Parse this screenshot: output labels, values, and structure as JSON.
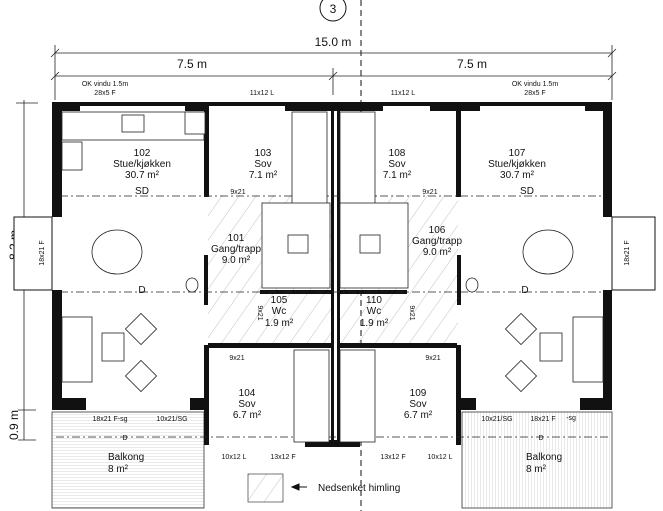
{
  "grid_marker": "3",
  "dimensions": {
    "total_width": "15.0 m",
    "left_width": "7.5 m",
    "right_width": "7.5 m",
    "depth": "8.2 m",
    "balcony_depth": "0.9 m"
  },
  "windows": {
    "top_left_note": "OK vindu 1.5m",
    "top_left": "28x5 F",
    "top_mid_left": "11x12 L",
    "top_mid_right": "11x12 L",
    "top_right_note": "OK vindu 1.5m",
    "top_right": "28x5 F",
    "side_left": "18x21 F",
    "side_right": "18x21 F",
    "bottom_1": "10x12 L",
    "bottom_2": "13x12 F",
    "bottom_3": "13x12 F",
    "bottom_4": "10x12 L"
  },
  "doors": {
    "d103": "9x21",
    "d108": "9x21",
    "d105": "9x21",
    "d110": "9x21",
    "d104": "9x21",
    "d109": "9x21",
    "balcony_left_window": "18x21 F-sg",
    "balcony_left_door": "10x21/SG",
    "balcony_right_door": "10x21/SG",
    "balcony_right_window": "18x21 F",
    "balcony_right_window_suffix": "-sg"
  },
  "rooms": [
    {
      "number": "102",
      "name": "Stue/kjøkken",
      "area": "30.7 m²"
    },
    {
      "number": "103",
      "name": "Sov",
      "area": "7.1 m²"
    },
    {
      "number": "108",
      "name": "Sov",
      "area": "7.1 m²"
    },
    {
      "number": "107",
      "name": "Stue/kjøkken",
      "area": "30.7 m²"
    },
    {
      "number": "101",
      "name": "Gang/trapp",
      "area": "9.0 m²"
    },
    {
      "number": "106",
      "name": "Gang/trapp",
      "area": "9.0 m²"
    },
    {
      "number": "105",
      "name": "Wc",
      "area": "1.9 m²"
    },
    {
      "number": "110",
      "name": "Wc",
      "area": "1.9 m²"
    },
    {
      "number": "104",
      "name": "Sov",
      "area": "6.7 m²"
    },
    {
      "number": "109",
      "name": "Sov",
      "area": "6.7 m²"
    }
  ],
  "balconies": [
    {
      "name": "Balkong",
      "area": "8 m²"
    },
    {
      "name": "Balkong",
      "area": "8 m²"
    }
  ],
  "annotations": {
    "sd_left": "SD",
    "sd_right": "SD",
    "d_left": "D",
    "d_right": "D",
    "d_balcony_left": "D",
    "d_balcony_right": "D"
  },
  "legend": {
    "label": "Nedsenket himling"
  }
}
